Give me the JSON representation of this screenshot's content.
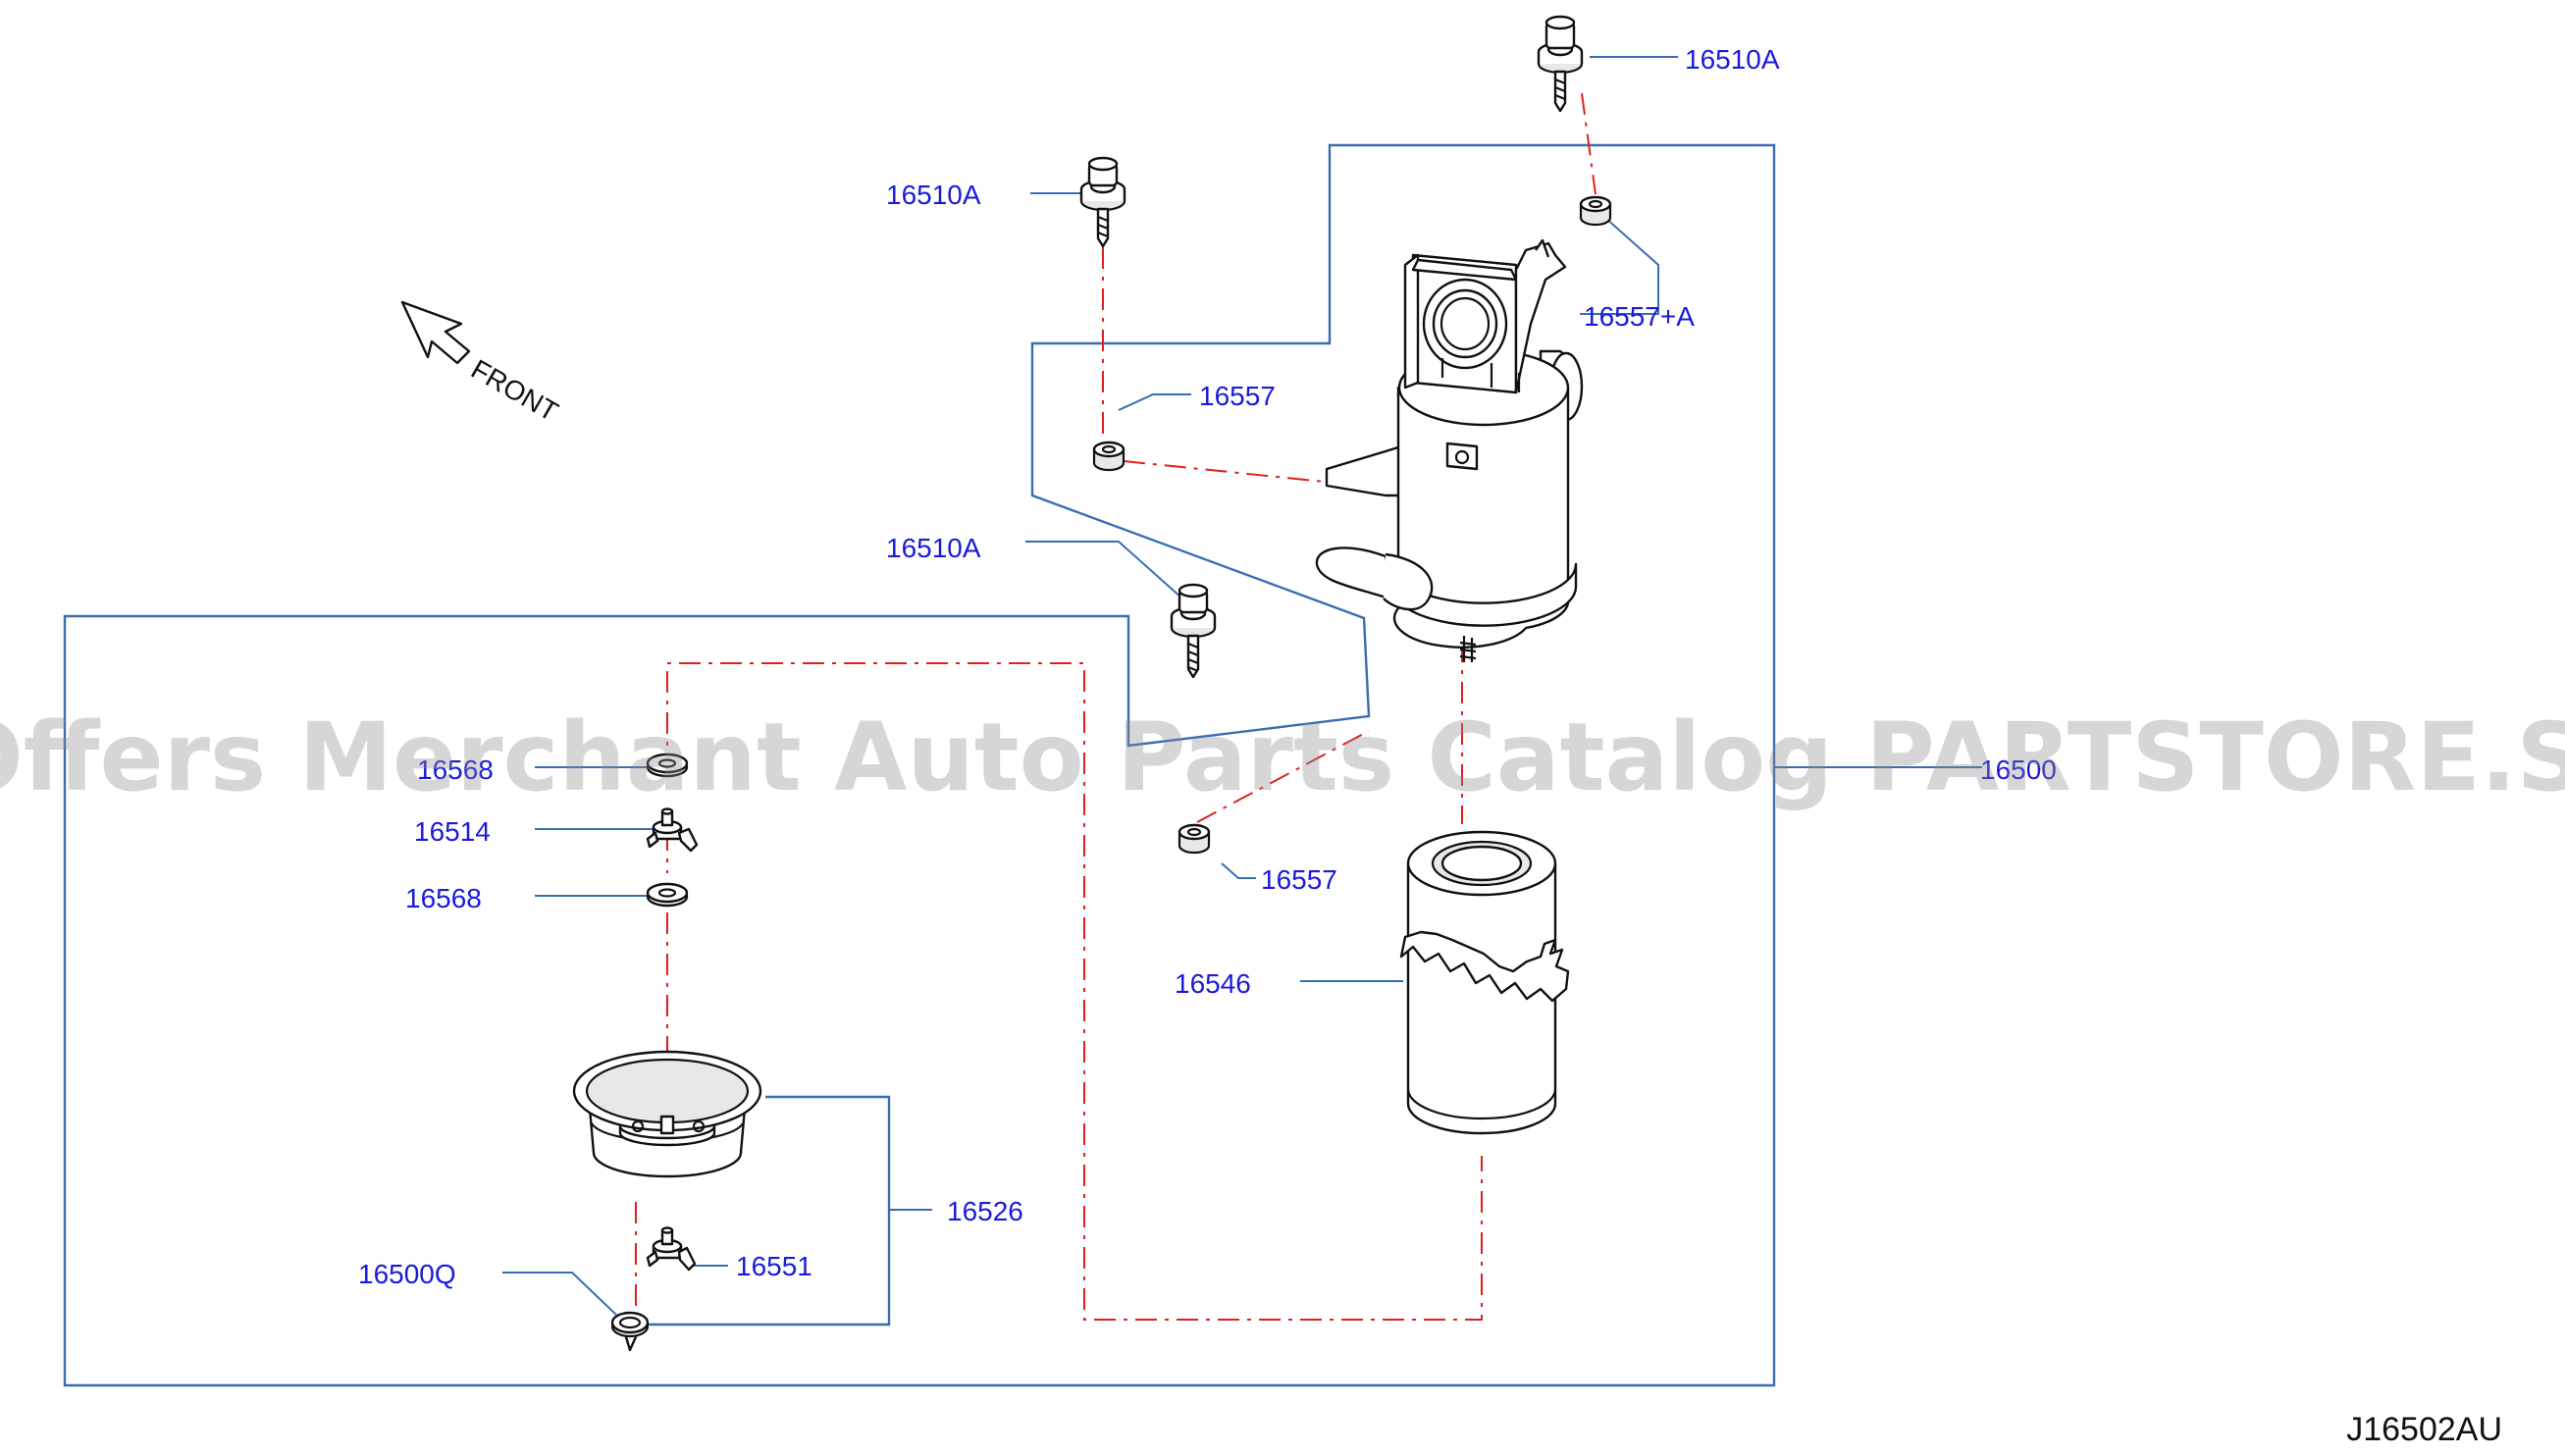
{
  "front_label": "FRONT",
  "diagram_code": "J16502AU",
  "watermark": "Offers Merchant Auto Parts Catalog PARTSTORE.SA",
  "labels": {
    "p16510A_top": "16510A",
    "p16510A_left": "16510A",
    "p16510A_mid": "16510A",
    "p16557_A": "16557+A",
    "p16557_upper": "16557",
    "p16557_lower": "16557",
    "p16568_top": "16568",
    "p16514": "16514",
    "p16568_bottom": "16568",
    "p16546": "16546",
    "p16526": "16526",
    "p16551": "16551",
    "p16500Q": "16500Q",
    "p16500": "16500"
  }
}
